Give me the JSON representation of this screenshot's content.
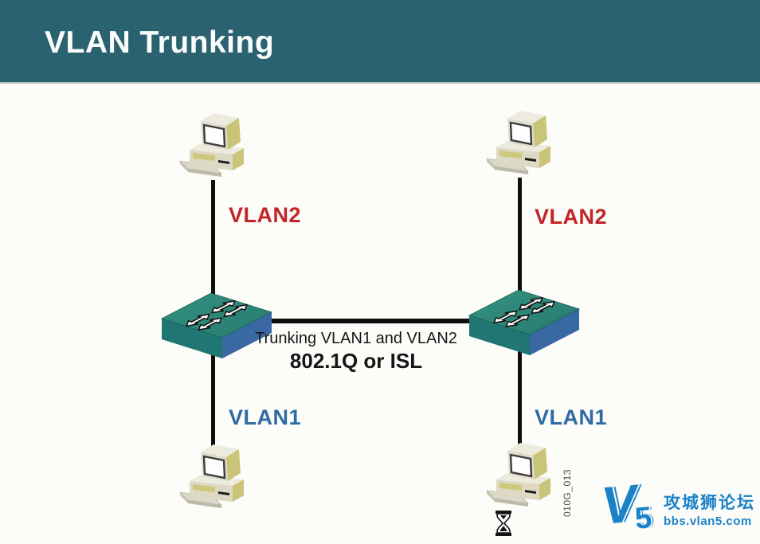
{
  "header": {
    "title": "VLAN Trunking"
  },
  "diagram": {
    "vlan_labels": [
      {
        "position": "top-left",
        "text": "VLAN2"
      },
      {
        "position": "top-right",
        "text": "VLAN2"
      },
      {
        "position": "bottom-left",
        "text": "VLAN1"
      },
      {
        "position": "bottom-right",
        "text": "VLAN1"
      }
    ],
    "trunk": {
      "line1": "Trunking VLAN1 and VLAN2",
      "line2": "802.1Q or ISL"
    },
    "figure_id": "010G_013"
  },
  "watermark": {
    "logo_v": "V",
    "logo_5": "5",
    "site_name": "攻城狮论坛",
    "site_url": "bbs.vlan5.com"
  },
  "colors": {
    "header_bg": "#2b6270",
    "vlan2_red": "#c32427",
    "vlan1_blue": "#2e6ba4",
    "switch_teal_top": "#2e897b",
    "switch_front": "#1f7672",
    "switch_side_blue": "#3a68a2",
    "pc_beige": "#dfdccb",
    "pc_khaki": "#c9c478",
    "line_black": "#0e0e0e",
    "logo_blue": "#1b82c8"
  }
}
